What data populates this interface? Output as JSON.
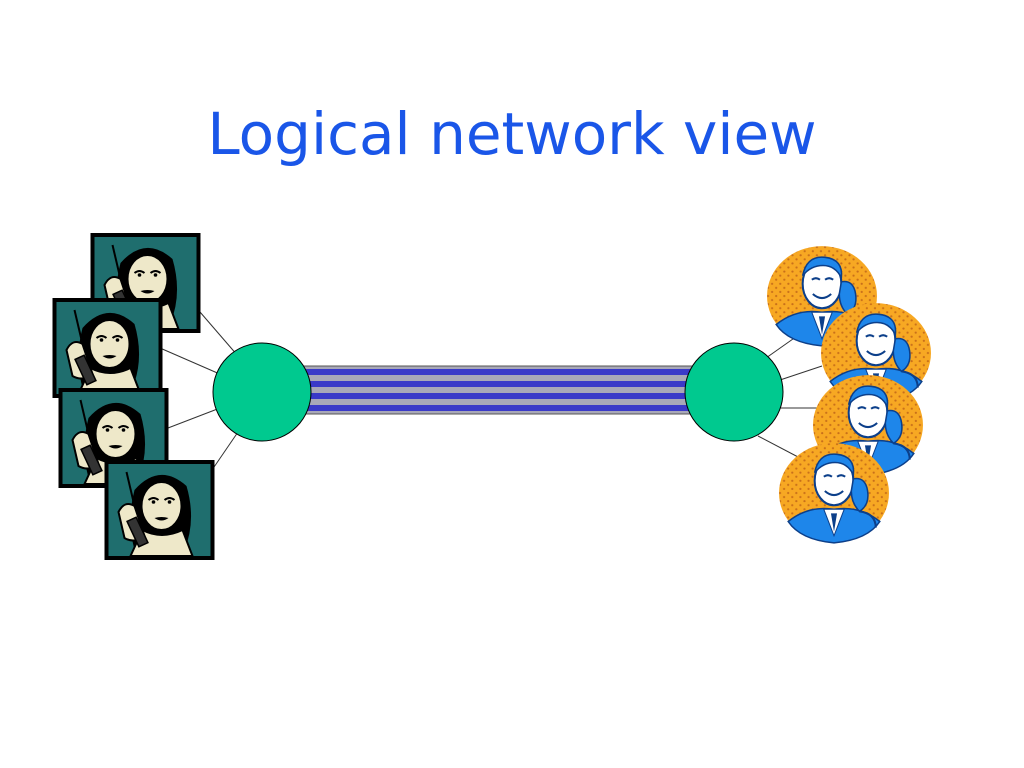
{
  "slide": {
    "title": "Logical network view"
  },
  "colors": {
    "title": "#1a56e8",
    "node_fill": "#00c98f",
    "trunk_blue": "#3a3ac8",
    "trunk_gray": "#a8a8b8",
    "woman_panel": "#1f6e6e",
    "woman_frame": "#000000",
    "woman_skin": "#eee8c9",
    "man_dots": "#f7a823",
    "man_suit": "#1e86ea"
  },
  "diagram": {
    "left_users": [
      {
        "icon": "woman-on-phone-icon"
      },
      {
        "icon": "woman-on-phone-icon"
      },
      {
        "icon": "woman-on-phone-icon"
      },
      {
        "icon": "woman-on-phone-icon"
      }
    ],
    "right_users": [
      {
        "icon": "man-on-phone-icon"
      },
      {
        "icon": "man-on-phone-icon"
      },
      {
        "icon": "man-on-phone-icon"
      },
      {
        "icon": "man-on-phone-icon"
      }
    ],
    "nodes": [
      {
        "name": "left-switch-node"
      },
      {
        "name": "right-switch-node"
      }
    ],
    "trunk_channel_count": 4
  }
}
